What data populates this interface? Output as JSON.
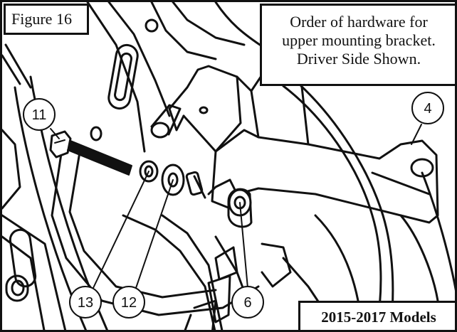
{
  "figure_label": "Figure 16",
  "caption": {
    "line1": "Order of hardware for",
    "line2": "upper mounting bracket.",
    "line3": "Driver Side Shown."
  },
  "models_label": "2015-2017 Models",
  "callouts": [
    {
      "number": "11",
      "part": "bolt"
    },
    {
      "number": "4",
      "part": "upper-mounting-bracket"
    },
    {
      "number": "13",
      "part": "lock-washer"
    },
    {
      "number": "12",
      "part": "flat-washer"
    },
    {
      "number": "6",
      "part": "spacer"
    }
  ]
}
